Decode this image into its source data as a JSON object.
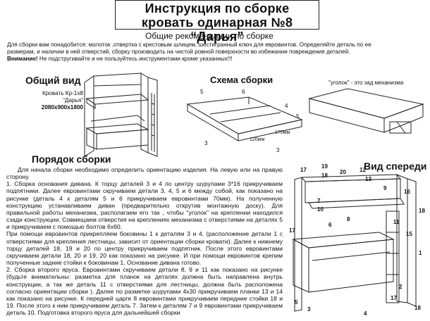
{
  "title": {
    "line1": "Инструкция по сборке",
    "line2": "кровать одинарная №8 “Дарья”"
  },
  "subtitle": "Общие рекомендации по сборке",
  "intro": {
    "line1": "Для сборки вам понадобится: молоток ,отвертка с крестовым шлицем, шестигранный ключ для евровинтов. Определяйте деталь по ее",
    "line2": "размерам, и наличии в ней отверстий, сборку производить на чистой ровной поверхности во избежании повреждения деталей.",
    "warning_label": "Внимание!",
    "warning_text": " Не подстругивайте и не пользуйтесь инструментами кроме указанных!!!"
  },
  "general_view": {
    "heading": "Общий вид",
    "model": "Кровать Кр-1х8",
    "name": "“Дарья”",
    "dims": "2080х900х1800"
  },
  "assembly_scheme": {
    "heading": "Схема сборки",
    "note": "\"уголок\" - это зад механизма",
    "labels": [
      "5",
      "4",
      "6",
      "3",
      "5",
      "170мм",
      "120мм",
      "3"
    ]
  },
  "order": {
    "heading": "Порядок сборки",
    "paragraphs": [
      "Для начала сборки необходимо определить ориентацию изделия. На левую или на правую сторону.",
      "1. Сборка основания дивана. К торцу деталей 3 и 4 по центру шурупами 3*16 прикручиваем подпятники. Далее евровинтами скручиваем детали 3, 4, 5 и 6 между собой, как показано на рисунке (деталь 4 к деталям 5 и 6 прикручиваем евровинтами 70мм). На полученную конструкцию устанавливаем диван (предварительно открутив монтажную доску). Для правильной работы механизма, располагаем его так , чтобы \"уголок\" на креплении находился сзади конструкции. Совмещаем отверстия на креплениях механизма с отверстиями на деталях 5 и прикручиваем с помощью болтов 6х60.",
      "При помощи евровинтов прикрепляем боковины 1 к деталям 3 и 4. (расположение детали 1 с отверстиями для крепления лестницы, зависит от ориентации сборки кровати). Далее к нижнему торцу деталей 18, 19 и 20 по центру прикручиваем подпятник. После этого евровинтами скручиваем детали 18, 20 и 19, 20 как показано на рисунке. И при помощи евровинтов крепим полученные задние стойки к боковинам 1. Основание дивана готово.",
      "2. Сборка второго яруса. Евровинтами скручиваем детали 8, 9 и 11 как показано на рисунке (будьте внимательны: разметка для планок на деталях должна быть направлена внутрь конструкции, а так же деталь 11 с отверстиями для лестницы, должна быть расположена согласно ориентации сборки ). Далее по разметке шурупами 4х30 прикручиваем планки 13 и 14 как показано на рисунке. К передней царге 8 евровинтами прикручиваем передние стойки 18 и 19. После этого к ним прикручиваем деталь 7. Затем к деталям 7 и 9 евровинтами прикручиваем деталь 10. Подготовка второго яруса для дальнейшей сборки"
    ]
  },
  "front_view": {
    "heading": "Вид спереди",
    "labels": [
      "17",
      "19",
      "20",
      "18",
      "12",
      "13",
      "9",
      "16",
      "7",
      "10",
      "11",
      "8",
      "15",
      "17",
      "6",
      "18",
      "1",
      "5",
      "2",
      "17",
      "3",
      "18",
      "4"
    ]
  },
  "colors": {
    "ink": "#111111",
    "line": "#222222",
    "paper": "#ffffff"
  }
}
